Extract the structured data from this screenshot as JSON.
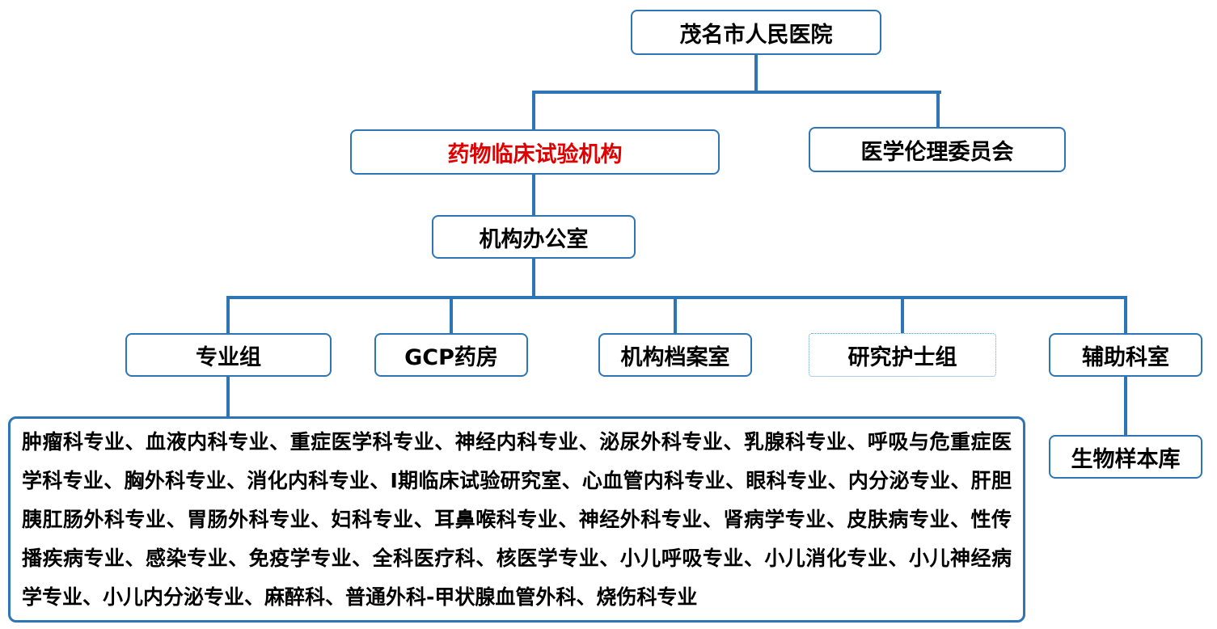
{
  "colors": {
    "connector_blue": "#2e75b6",
    "nurse_border_blue": "#5b9bd5",
    "highlight_red": "#e00000",
    "text_black": "#000000",
    "background_white": "#ffffff"
  },
  "nodes": {
    "hospital": {
      "label": "茂名市人民医院"
    },
    "institution": {
      "label": "药物临床试验机构"
    },
    "ethics": {
      "label": "医学伦理委员会"
    },
    "office": {
      "label": "机构办公室"
    },
    "specialty_group": {
      "label": "专业组"
    },
    "gcp_pharmacy": {
      "label": "GCP药房"
    },
    "archives": {
      "label": "机构档案室"
    },
    "nurse_group": {
      "label": "研究护士组"
    },
    "auxiliary": {
      "label": "辅助科室"
    },
    "biobank": {
      "label": "生物样本库"
    },
    "specialty_list": {
      "text": "肿瘤科专业、血液内科专业、重症医学科专业、神经内科专业、泌尿外科专业、乳腺科专业、呼吸与危重症医学科专业、胸外科专业、消化内科专业、Ⅰ期临床试验研究室、心血管内科专业、眼科专业、内分泌专业、肝胆胰肛肠外科专业、胃肠外科专业、妇科专业、耳鼻喉科专业、神经外科专业、肾病学专业、皮肤病专业、性传播疾病专业、感染专业、免疫学专业、全科医疗科、核医学专业、小儿呼吸专业、小儿消化专业、小儿神经病学专业、小儿内分泌专业、麻醉科、普通外科-甲状腺血管外科、烧伤科专业"
    }
  },
  "edges": [
    {
      "from": "hospital",
      "to": "institution"
    },
    {
      "from": "hospital",
      "to": "ethics"
    },
    {
      "from": "institution",
      "to": "office"
    },
    {
      "from": "office",
      "to": "specialty_group"
    },
    {
      "from": "office",
      "to": "gcp_pharmacy"
    },
    {
      "from": "office",
      "to": "archives"
    },
    {
      "from": "office",
      "to": "nurse_group"
    },
    {
      "from": "office",
      "to": "auxiliary"
    },
    {
      "from": "specialty_group",
      "to": "specialty_list"
    },
    {
      "from": "auxiliary",
      "to": "biobank"
    }
  ]
}
